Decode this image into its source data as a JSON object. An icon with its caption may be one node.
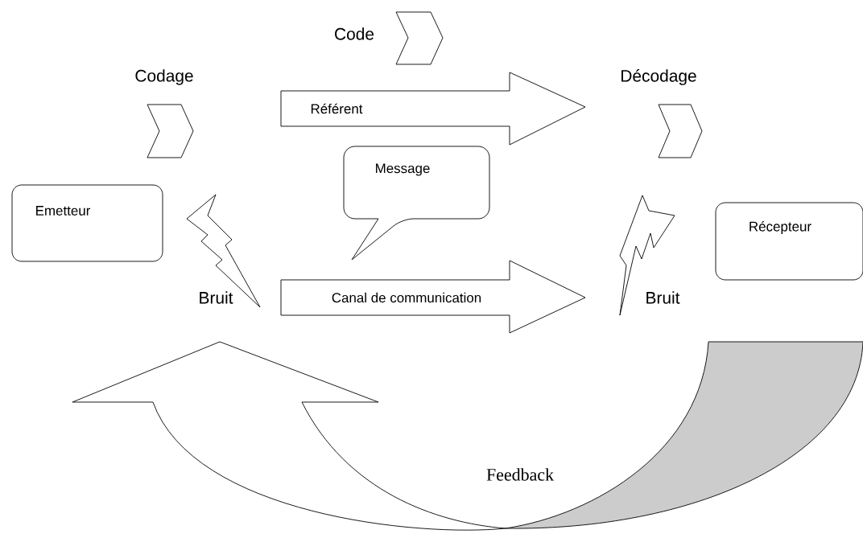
{
  "diagram": {
    "nodes": [
      {
        "text": [
          "Emetteur"
        ]
      },
      {
        "text": [
          "Récepteur"
        ]
      },
      {
        "text": [
          "Message"
        ]
      },
      {
        "text": [
          "Référent"
        ]
      },
      {
        "text": [
          "Canal de communication"
        ]
      },
      {
        "text": [
          "Code"
        ]
      },
      {
        "text": [
          "Codage"
        ]
      },
      {
        "text": [
          "Décodage"
        ]
      },
      {
        "text": [
          "Bruit"
        ]
      },
      {
        "text": [
          "Bruit"
        ]
      },
      {
        "text": [
          "Feedback"
        ]
      }
    ]
  }
}
